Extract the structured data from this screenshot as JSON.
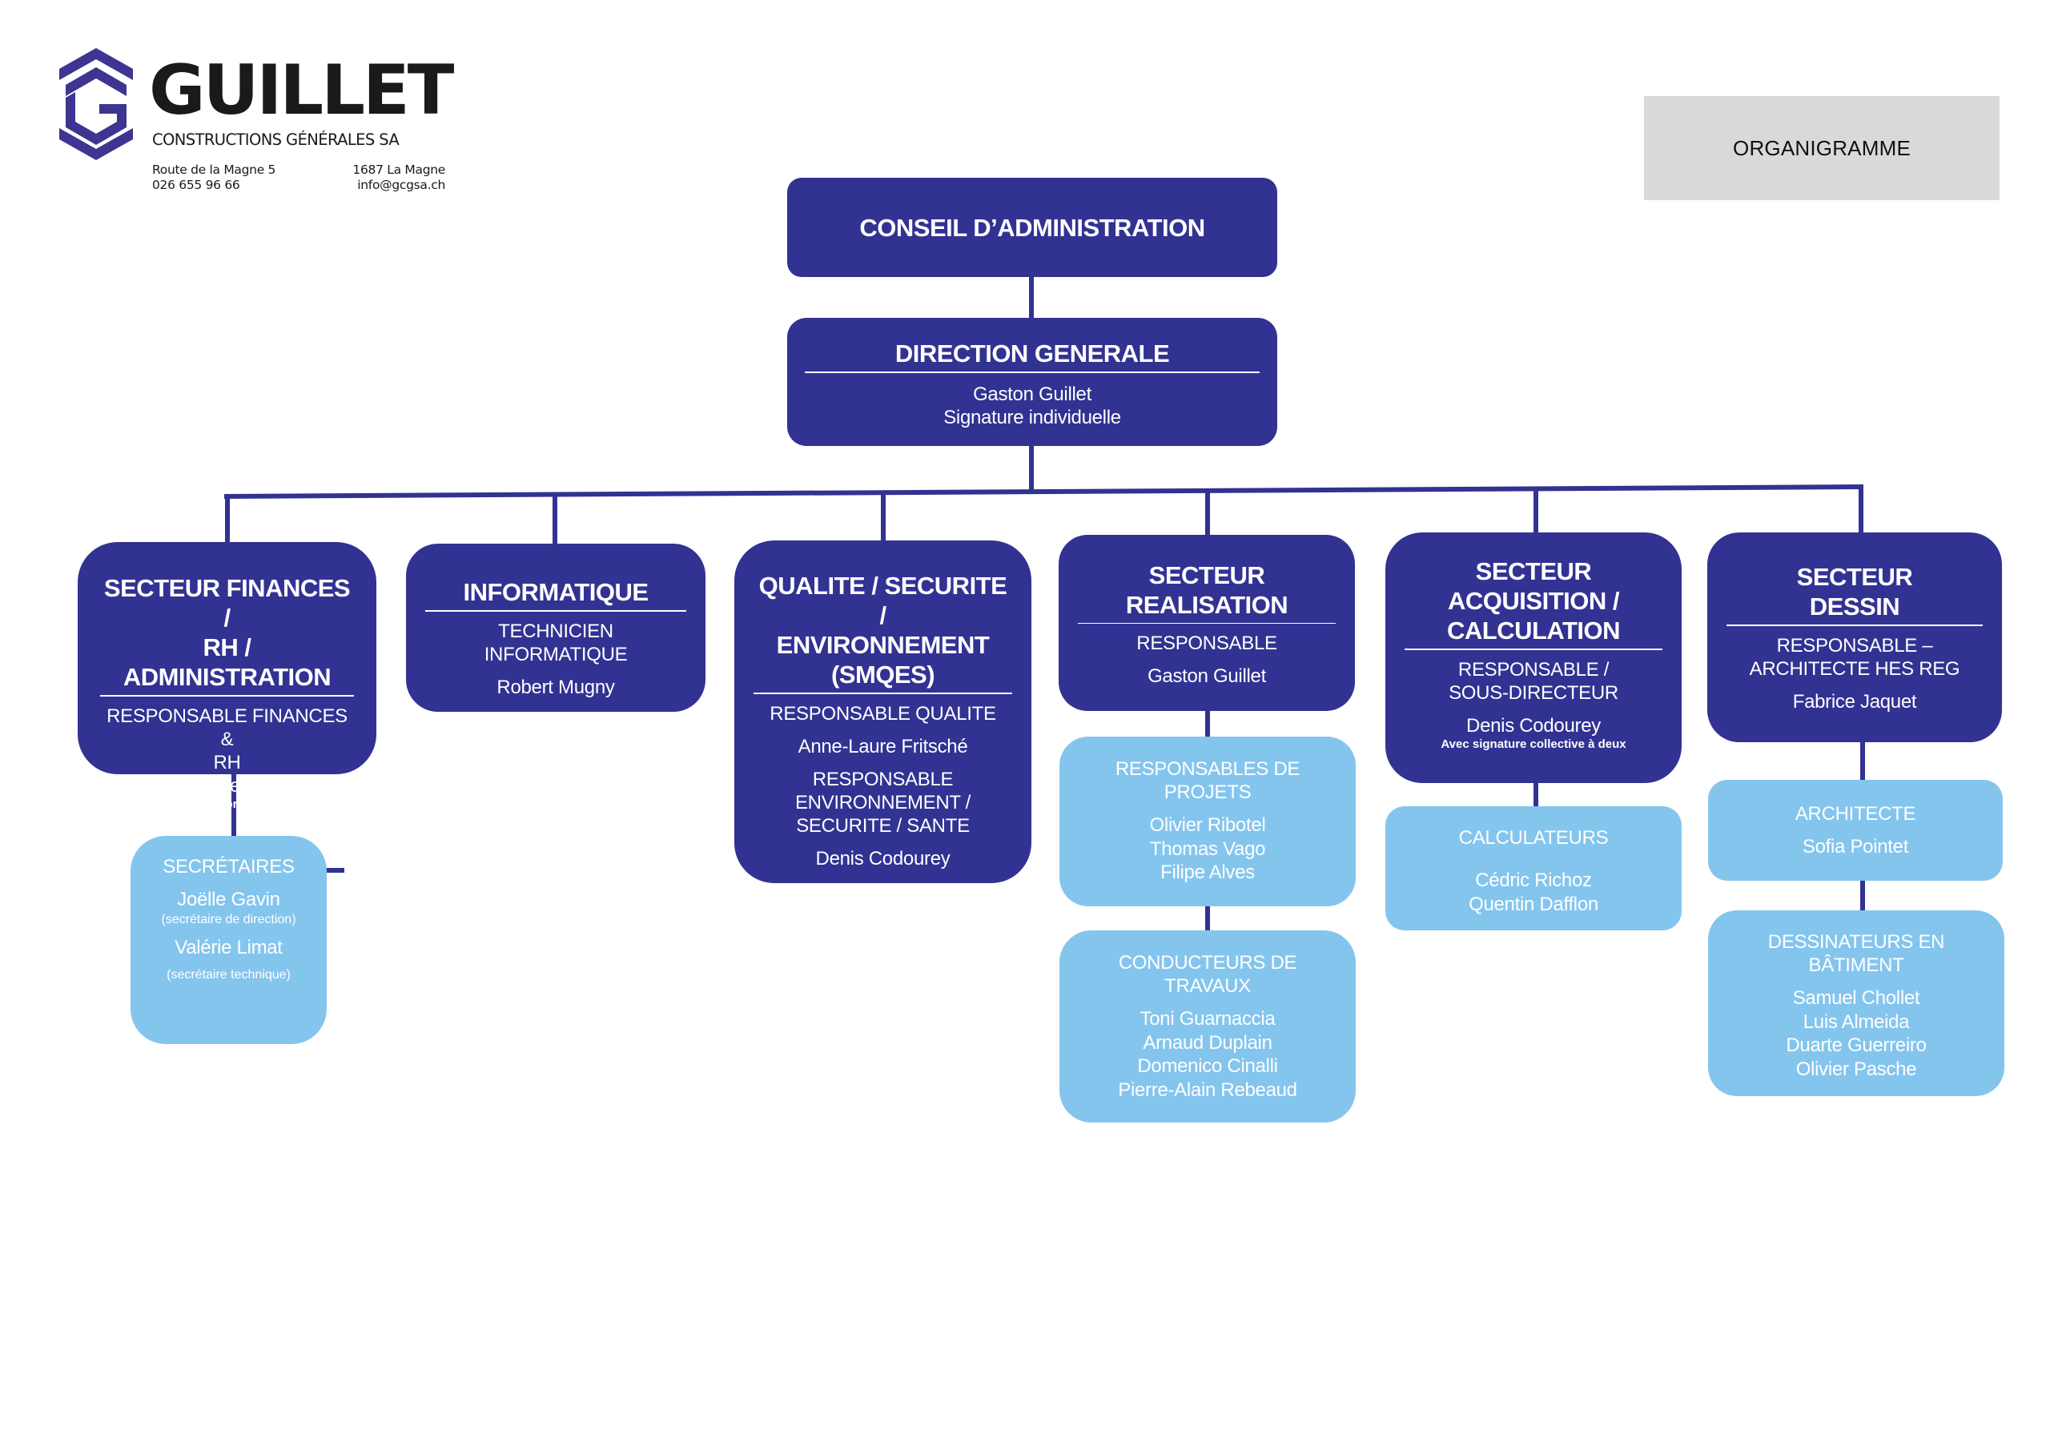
{
  "header": {
    "logo_icon": "hexagon-g-logo",
    "company_name": "GUILLET",
    "company_subtitle": "CONSTRUCTIONS GÉNÉRALES SA",
    "address_line1": "Route de la Magne 5",
    "phone": "026 655 96 66",
    "postal_city": "1687 La Magne",
    "email": "info@gcgsa.ch",
    "document_title": "ORGANIGRAMME"
  },
  "colors": {
    "dark_box": "#323293",
    "light_box": "#84c5ee",
    "connector": "#323293",
    "title_box": "#d9d9dc",
    "logo_accent": "#3d3591"
  },
  "org": {
    "board": {
      "title": "CONSEIL D’ADMINISTRATION"
    },
    "direction": {
      "title": "DIRECTION GENERALE",
      "person": "Gaston Guillet",
      "note": "Signature individuelle"
    },
    "sectors": [
      {
        "title_lines": [
          "SECTEUR FINANCES /",
          "RH / ADMINISTRATION"
        ],
        "role_lines": [
          "RESPONSABLE FINANCES &",
          "RH"
        ],
        "person": "Anne-Laure Fritsché",
        "note": "Fondée de procuration",
        "teams": [
          {
            "title_lines": [
              "SECRÉTAIRES"
            ],
            "members": [
              {
                "name": "Joëlle Gavin",
                "note": "(secrétaire de direction)"
              },
              {
                "name": "Valérie Limat",
                "note": "(secrétaire technique)"
              }
            ]
          }
        ]
      },
      {
        "title_lines": [
          "INFORMATIQUE"
        ],
        "role_lines": [
          "TECHNICIEN INFORMATIQUE"
        ],
        "person": "Robert Mugny"
      },
      {
        "title_lines": [
          "QUALITE / SECURITE /",
          "ENVIRONNEMENT",
          "(SMQES)"
        ],
        "role_lines": [
          "RESPONSABLE QUALITE"
        ],
        "person": "Anne-Laure Fritsché",
        "role2_lines": [
          "RESPONSABLE",
          "ENVIRONNEMENT /",
          "SECURITE / SANTE"
        ],
        "person2": "Denis Codourey"
      },
      {
        "title_lines": [
          "SECTEUR",
          "REALISATION"
        ],
        "role_lines": [
          "RESPONSABLE"
        ],
        "person": "Gaston Guillet",
        "teams": [
          {
            "title_lines": [
              "RESPONSABLES DE",
              "PROJETS"
            ],
            "names": [
              "Olivier Ribotel",
              "Thomas Vago",
              "Filipe Alves"
            ]
          },
          {
            "title_lines": [
              "CONDUCTEURS DE",
              "TRAVAUX"
            ],
            "names": [
              "Toni Guarnaccia",
              "Arnaud Duplain",
              "Domenico Cinalli",
              "Pierre-Alain Rebeaud"
            ]
          }
        ]
      },
      {
        "title_lines": [
          "SECTEUR",
          "ACQUISITION /",
          "CALCULATION"
        ],
        "role_lines": [
          "RESPONSABLE /",
          "SOUS-DIRECTEUR"
        ],
        "person": "Denis Codourey",
        "note": "Avec signature collective à deux",
        "teams": [
          {
            "title_lines": [
              "CALCULATEURS"
            ],
            "names": [
              "Cédric Richoz",
              "Quentin Dafflon"
            ]
          }
        ]
      },
      {
        "title_lines": [
          "SECTEUR",
          "DESSIN"
        ],
        "role_lines": [
          "RESPONSABLE –",
          "ARCHITECTE HES REG"
        ],
        "person": "Fabrice Jaquet",
        "teams": [
          {
            "title_lines": [
              "ARCHITECTE"
            ],
            "names": [
              "Sofia Pointet"
            ]
          },
          {
            "title_lines": [
              "DESSINATEURS EN",
              "BÂTIMENT"
            ],
            "names": [
              "Samuel Chollet",
              "Luis Almeida",
              "Duarte Guerreiro",
              "Olivier Pasche"
            ]
          }
        ]
      }
    ]
  }
}
